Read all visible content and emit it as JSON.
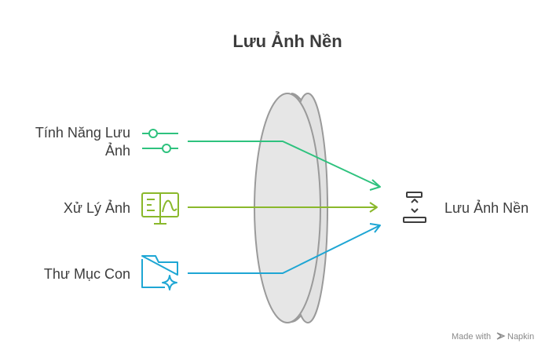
{
  "title": "Lưu Ảnh Nền",
  "inputs": [
    {
      "label_line1": "Tính Năng Lưu",
      "label_line2": "Ảnh",
      "icon": "sliders-icon",
      "color": "#2ec27e"
    },
    {
      "label": "Xử Lý Ảnh",
      "icon": "monitor-chart-icon",
      "color": "#8ab82b"
    },
    {
      "label": "Thư Mục Con",
      "icon": "folder-sparkle-icon",
      "color": "#1ea6d4"
    }
  ],
  "output": {
    "label": "Lưu Ảnh Nền",
    "icon": "stack-arrows-icon",
    "color": "#3d3d3d"
  },
  "lens": {
    "fill": "#e6e6e6",
    "stroke": "#9a9a9a"
  },
  "brand": {
    "made_with": "Made with",
    "name": "Napkin"
  }
}
